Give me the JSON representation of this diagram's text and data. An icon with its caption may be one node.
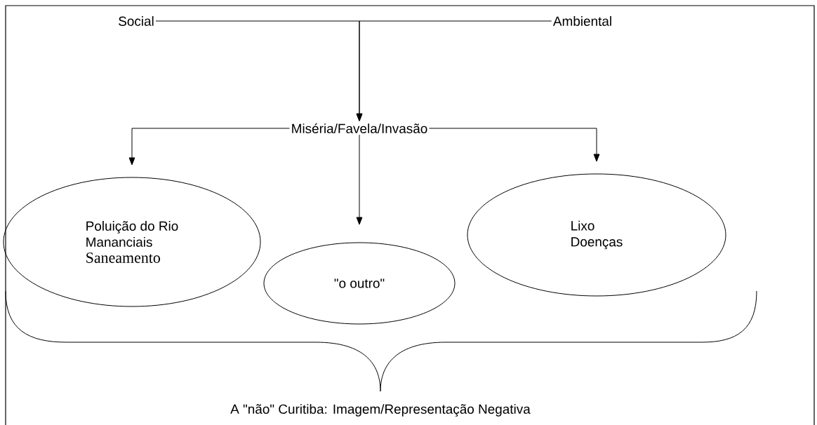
{
  "diagram": {
    "nodes": [
      {
        "text": [
          "Social"
        ]
      },
      {
        "text": [
          "Ambiental"
        ]
      },
      {
        "text": [
          "Miséria/Favela/Invasão"
        ]
      },
      {
        "text": [
          "Poluição do Rio",
          "Mananciais",
          "Saneamento"
        ]
      },
      {
        "text": [
          "\"o outro\""
        ]
      },
      {
        "text": [
          "Lixo",
          "Doenças"
        ]
      }
    ],
    "edges": [
      {
        "from": 0,
        "to": 2,
        "arrow": "to"
      },
      {
        "from": 1,
        "to": 2,
        "arrow": "to"
      },
      {
        "from": 2,
        "to": 3,
        "arrow": "to"
      },
      {
        "from": 2,
        "to": 4,
        "arrow": "to"
      },
      {
        "from": 2,
        "to": 5,
        "arrow": "to"
      }
    ],
    "labels": [
      "A \"não\" Curitiba: Imagem/Representação Negativa"
    ]
  }
}
